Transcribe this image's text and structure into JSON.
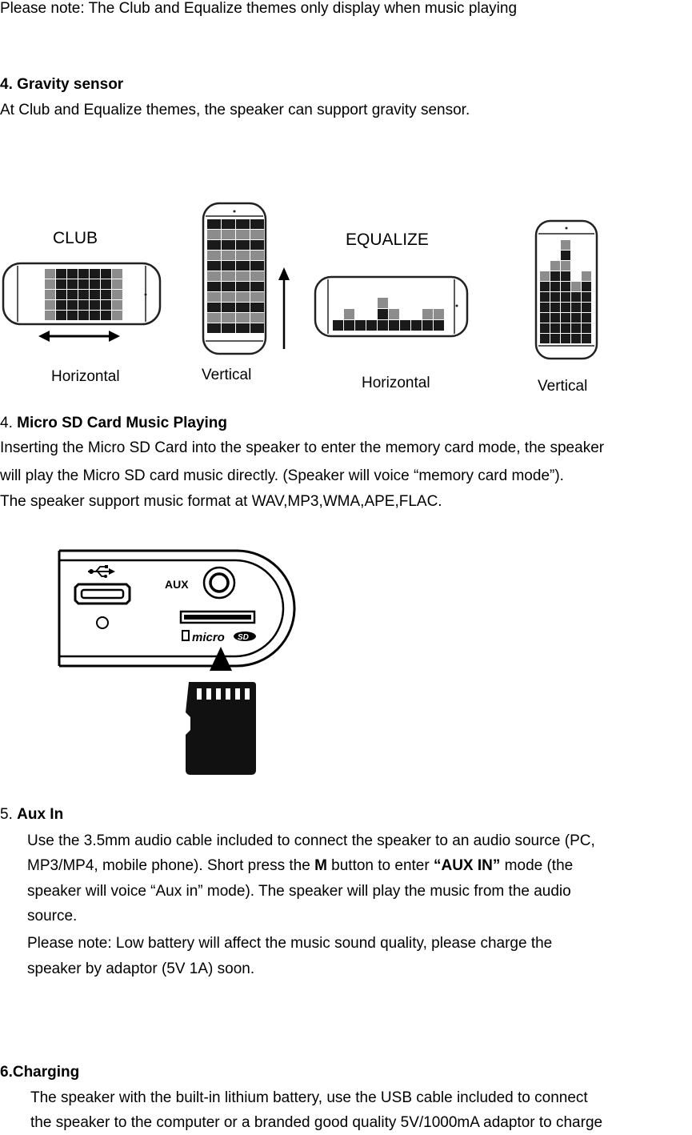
{
  "note_themes": "Please note: The Club and Equalize themes only display when music playing",
  "s4": {
    "heading": "4.   Gravity sensor",
    "body": "At Club and Equalize themes, the speaker can support gravity sensor."
  },
  "gravity_fig": {
    "club_title": "CLUB",
    "equalize_title": "EQUALIZE",
    "labels": [
      "Horizontal",
      "Vertical",
      "Horizontal",
      "Vertical"
    ],
    "colors": {
      "dark": "#1a1a1a",
      "gray": "#8c8c8c"
    }
  },
  "s5_micro": {
    "num": "4. ",
    "heading": "Micro SD Card Music Playing",
    "lines": [
      "Inserting the Micro SD Card into the speaker to enter the memory card mode, the speaker",
      "will play the Micro SD card music directly. (Speaker will voice “memory card mode”).",
      "The speaker support music format at WAV,MP3,WMA,APE,FLAC."
    ]
  },
  "port_fig": {
    "aux_label": "AUX",
    "micro_label": "micro",
    "sd_label": "SD"
  },
  "s6_aux": {
    "num": "5. ",
    "heading": "Aux In",
    "line1": "Use the 3.5mm audio cable included to connect the speaker to an audio source (PC,",
    "line2_a": "MP3/MP4, mobile phone). Short press the ",
    "line2_m": "M",
    "line2_b": " button to enter ",
    "line2_aux": "“AUX IN”",
    "line2_c": " mode (the",
    "line3": "speaker will voice “Aux in” mode). The speaker will play the music from the audio",
    "line4": "source.",
    "line5": "Please note: Low battery will affect the music sound quality, please charge the",
    "line6": "speaker by adaptor (5V 1A) soon."
  },
  "s7_charging": {
    "heading": "6.Charging",
    "line1": "The speaker with the built-in lithium battery, use the USB cable included to connect",
    "line2": "the speaker to the computer or a branded good quality 5V/1000mA adaptor to charge"
  }
}
